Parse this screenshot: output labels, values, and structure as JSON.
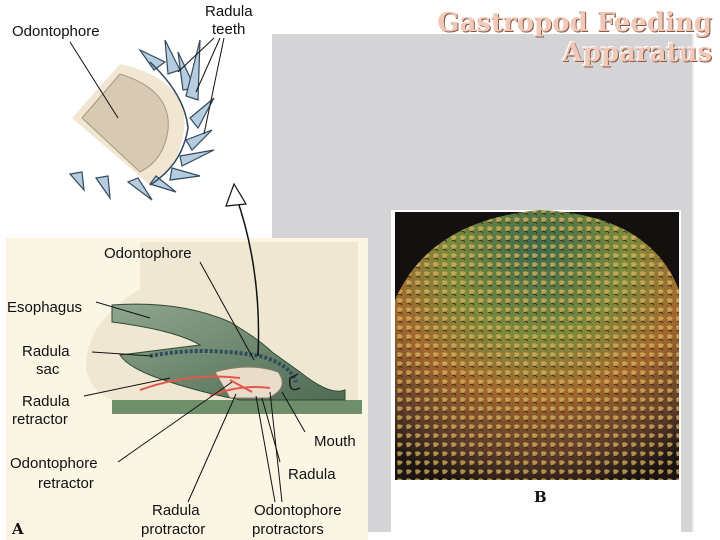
{
  "title": {
    "line1": "Gastropod Feeding",
    "line2": "Apparatus"
  },
  "inset_labels": {
    "odontophore": "Odontophore",
    "radula_line1": "Radula",
    "radula_line2": "teeth"
  },
  "panel_a": {
    "letter": "A",
    "labels": {
      "odontophore": "Odontophore",
      "esophagus": "Esophagus",
      "radula_sac_1": "Radula",
      "radula_sac_2": "sac",
      "radula_retractor_1": "Radula",
      "radula_retractor_2": "retractor",
      "mouth": "Mouth",
      "odontophore_retractor_1": "Odontophore",
      "odontophore_retractor_2": "retractor",
      "radula": "Radula",
      "radula_protractor_1": "Radula",
      "radula_protractor_2": "protractor",
      "odontophore_protractors_1": "Odontophore",
      "odontophore_protractors_2": "protractors"
    }
  },
  "panel_b": {
    "letter": "B"
  },
  "colors": {
    "title": "#f1c9b8",
    "panel_bg": "#d4d4d6",
    "tissue": "#5e7a5e",
    "teeth": "#a9c3d8",
    "muscle": "#e4584a"
  }
}
